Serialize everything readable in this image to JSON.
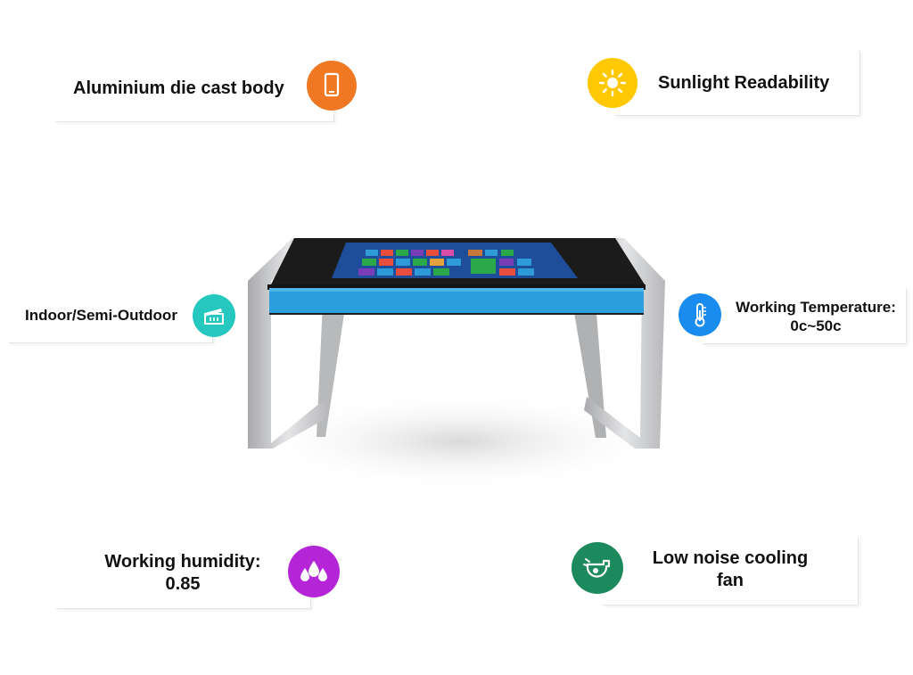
{
  "features": {
    "body": {
      "label": "Aluminium die cast body",
      "icon": "phone-icon",
      "color": "#F07823"
    },
    "sunlight": {
      "label": "Sunlight Readability",
      "icon": "sun-icon",
      "color": "#FFC800"
    },
    "indoor": {
      "label": "Indoor/Semi-Outdoor",
      "icon": "clapperboard-icon",
      "color": "#26C7BE"
    },
    "temperature": {
      "line1": "Working Temperature:",
      "line2": "0c~50c",
      "icon": "thermometer-icon",
      "color": "#1A8CF0"
    },
    "humidity": {
      "line1": "Working humidity:",
      "line2": "0.85",
      "icon": "water-drops-icon",
      "color": "#B425D8"
    },
    "cooling": {
      "line1": "Low noise cooling",
      "line2": "fan",
      "icon": "whistle-icon",
      "color": "#1C8A5C"
    }
  },
  "product": {
    "frame_color": "#C8C9CB",
    "band_color": "#2A9FDC",
    "top_color": "#1B1B1B",
    "screen_color": "#1E4E9A"
  }
}
